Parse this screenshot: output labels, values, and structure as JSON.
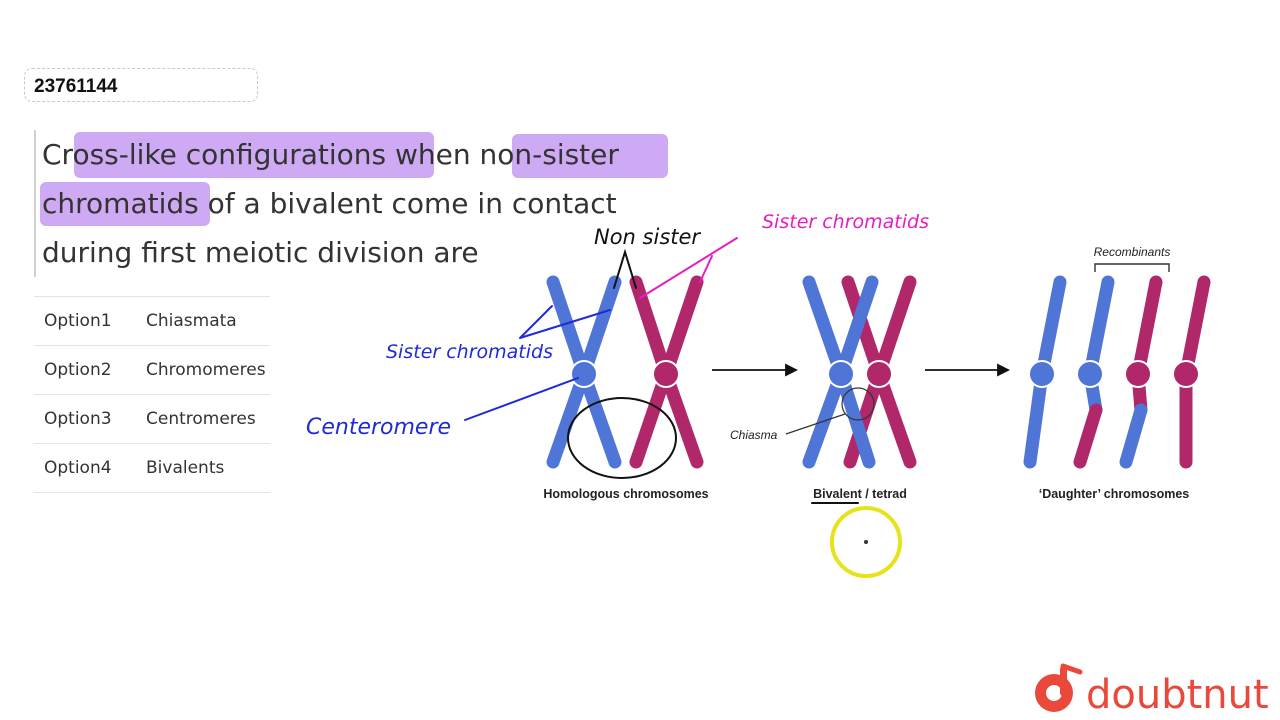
{
  "question_id": "23761144",
  "question_text": "Cross-like configurations when non-sister chromatids of a bivalent come in contact during first meiotic division are",
  "options": [
    {
      "key": "Option1",
      "value": "Chiasmata"
    },
    {
      "key": "Option2",
      "value": "Chromomeres"
    },
    {
      "key": "Option3",
      "value": "Centromeres"
    },
    {
      "key": "Option4",
      "value": "Bivalents"
    }
  ],
  "diagram": {
    "labels": {
      "homologous": "Homologous chromosomes",
      "bivalent": "Bivalent / tetrad",
      "daughter": "‘Daughter’ chromosomes",
      "recombinants": "Recombinants",
      "chiasma": "Chiasma"
    },
    "annotations": {
      "non_sister": "Non sister",
      "sister_pink": "Sister chromatids",
      "sister_blue": "Sister chromatids",
      "centromere": "Centeromere"
    },
    "colors": {
      "blue": "#4f75d6",
      "magenta": "#b0286a",
      "centromere_blue": "#4f75d6",
      "highlight": "#c79bf2"
    }
  },
  "brand": {
    "name": "doubtnut"
  }
}
